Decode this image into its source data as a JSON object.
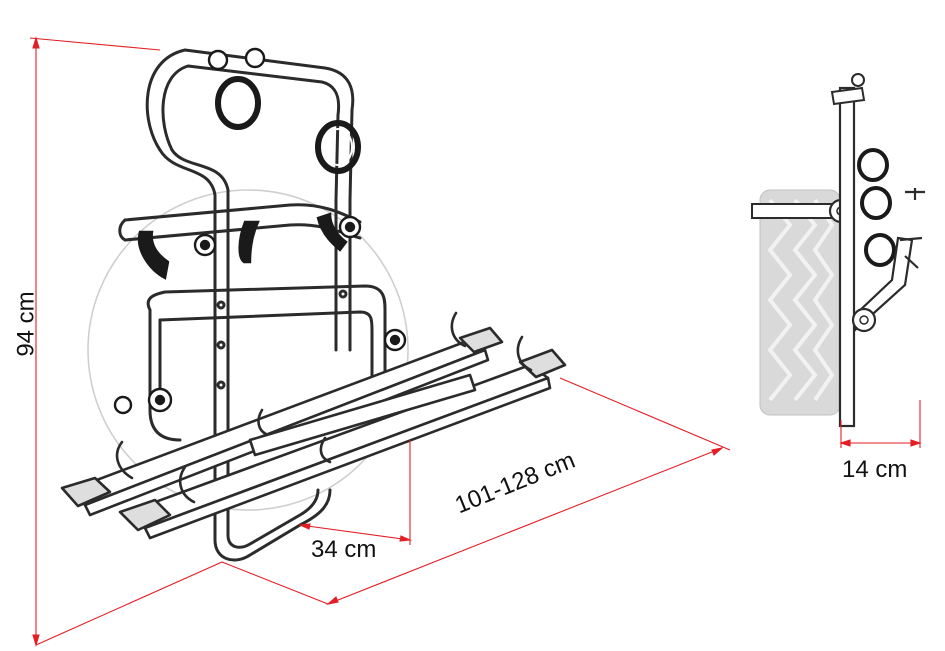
{
  "dimensions": {
    "height": "94 cm",
    "depth": "34 cm",
    "width": "101-128 cm",
    "side_depth": "14 cm"
  },
  "colors": {
    "dimension_line": "#e31e24",
    "rack_outline": "#2b2b2b",
    "rack_fill": "#ffffff",
    "wheel_outline": "#c8c8c8",
    "spare_wheel_fill": "#d9d9d9",
    "strap": "#1a1a1a"
  }
}
